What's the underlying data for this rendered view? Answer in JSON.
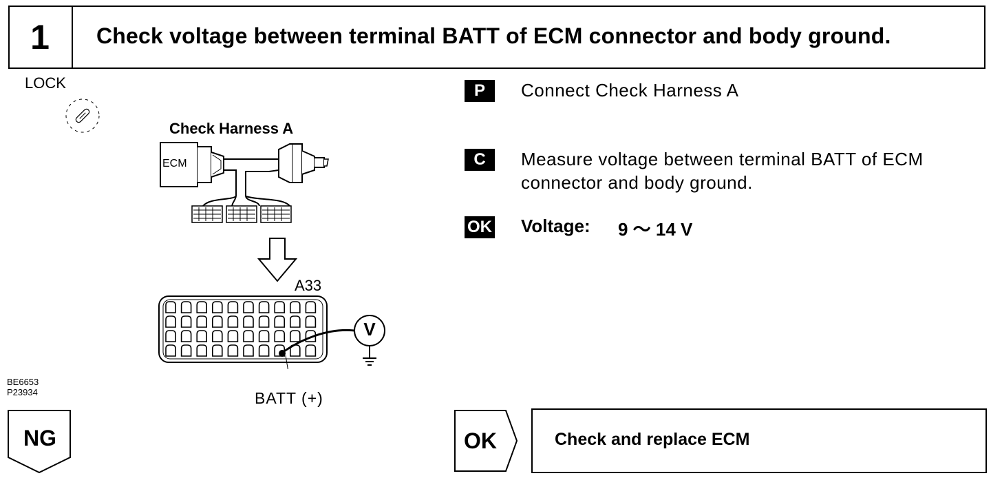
{
  "step": {
    "number": "1",
    "title": "Check voltage between terminal BATT of ECM connector and body ground."
  },
  "lock_label": "LOCK",
  "diagram": {
    "harness_label": "Check Harness A",
    "ecm_label": "ECM",
    "connector_label": "A33",
    "terminal_label": "BATT (+)",
    "meter_symbol": "V",
    "figure_codes": [
      "BE6653",
      "P23934"
    ]
  },
  "instructions": [
    {
      "badge": "P",
      "text": "Connect Check Harness A"
    },
    {
      "badge": "C",
      "text_lines": [
        "Measure voltage between terminal BATT of ECM",
        "connector and body ground."
      ]
    },
    {
      "badge": "OK",
      "label": "Voltage:",
      "value": "9 ～ 14 V"
    }
  ],
  "outcomes": {
    "ng_label": "NG",
    "ok_label": "OK",
    "ok_action": "Check and replace ECM"
  }
}
